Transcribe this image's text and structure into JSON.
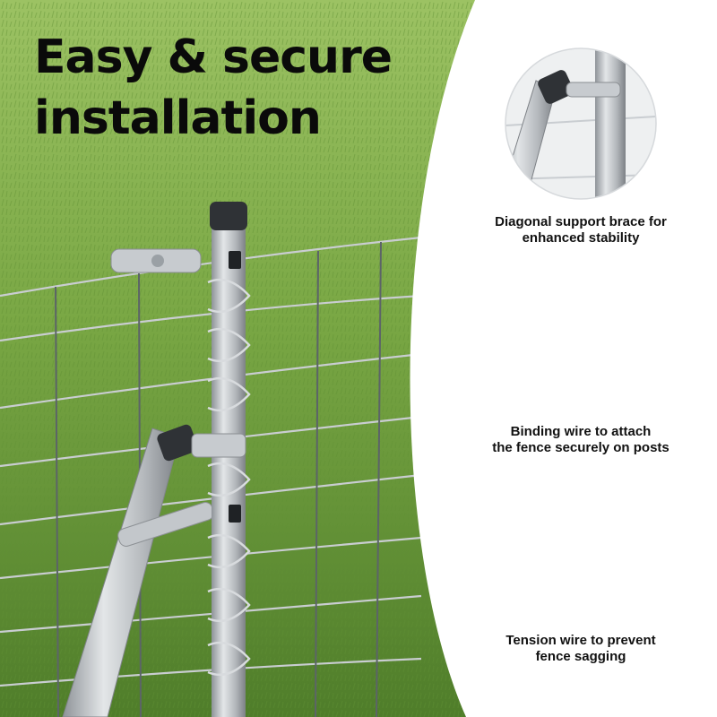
{
  "headline": {
    "line1": "Easy & secure",
    "line2": "installation"
  },
  "callouts": [
    {
      "line1": "Diagonal support brace for",
      "line2": "enhanced stability"
    },
    {
      "line1": "Binding wire to attach",
      "line2": "the fence securely on posts"
    },
    {
      "line1": "Tension wire to prevent",
      "line2": "fence sagging"
    }
  ],
  "colors": {
    "grass_light": "#8fb85a",
    "grass_dark": "#4f7d2a",
    "steel": "#b8bcc0",
    "cap": "#2f3236",
    "panel_bg": "#ffffff",
    "text": "#0a0a0a"
  }
}
